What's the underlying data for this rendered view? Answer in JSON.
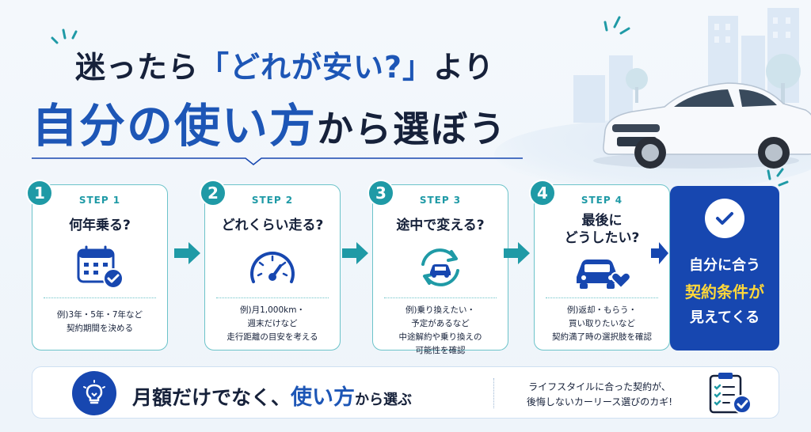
{
  "headline": {
    "line1_pre": "迷ったら",
    "line1_quote": "「どれが安い?」",
    "line1_post": "より",
    "line2_a": "自分の使い方",
    "line2_b": "から選ぼう"
  },
  "steps": [
    {
      "number": "1",
      "label": "STEP 1",
      "question": [
        "何年乗る?"
      ],
      "desc": [
        "例)3年・5年・7年など",
        "契約期間を決める"
      ],
      "icon": "calendar-check-icon"
    },
    {
      "number": "2",
      "label": "STEP 2",
      "question": [
        "どれくらい走る?"
      ],
      "desc": [
        "例)月1,000km・",
        "週末だけなど",
        "走行距離の目安を考える"
      ],
      "icon": "speedometer-icon"
    },
    {
      "number": "3",
      "label": "STEP 3",
      "question": [
        "途中で変える?"
      ],
      "desc": [
        "例)乗り換えたい・",
        "予定があるなど",
        "中途解約や乗り換えの",
        "可能性を確認"
      ],
      "icon": "car-cycle-icon"
    },
    {
      "number": "4",
      "label": "STEP 4",
      "question": [
        "最後に",
        "どうしたい?"
      ],
      "desc": [
        "例)返却・もらう・",
        "買い取りたいなど",
        "契約満了時の選択肢を確認"
      ],
      "icon": "car-heart-icon"
    }
  ],
  "result": {
    "line1": "自分に合う",
    "line2": "契約条件が",
    "line3": "見えてくる"
  },
  "banner": {
    "main_a": "月額だけでなく、",
    "main_b": "使い方",
    "main_c": "から選ぶ",
    "sub": [
      "ライフスタイルに合った契約が、",
      "後悔しないカーリース選びのカギ!"
    ]
  },
  "colors": {
    "accent_blue": "#1d56b6",
    "teal": "#1f9aa6",
    "dark_blue": "#1747b0",
    "yellow": "#ffd83a"
  }
}
